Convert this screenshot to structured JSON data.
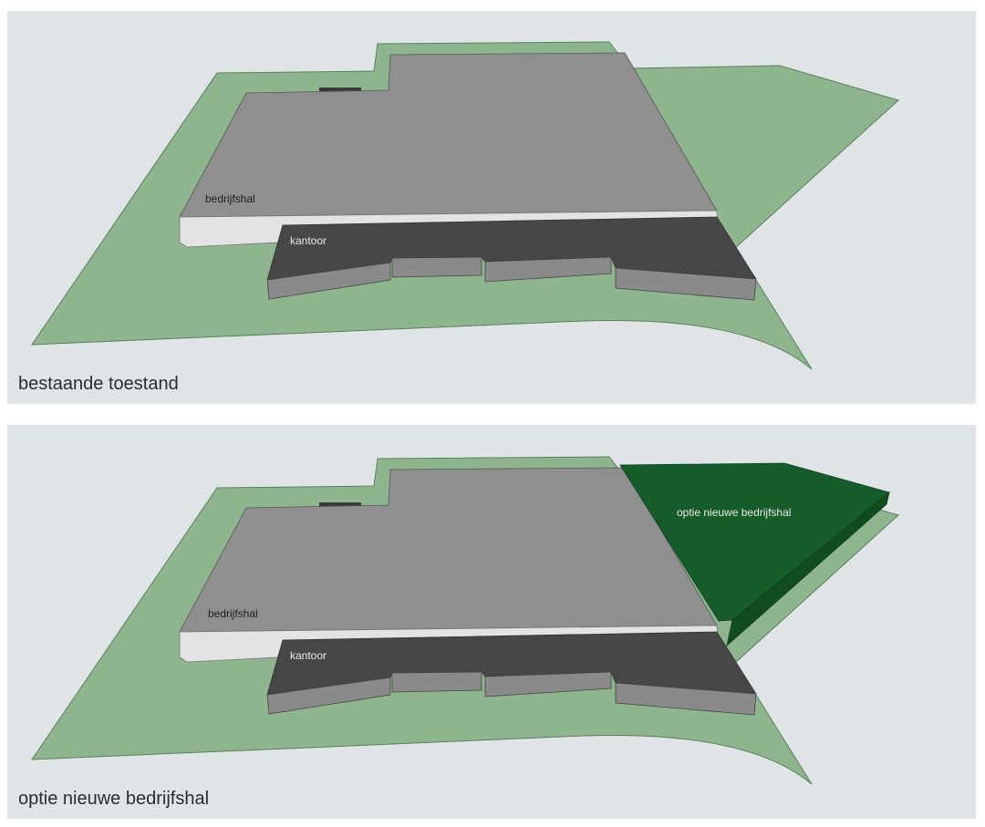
{
  "panels": [
    {
      "caption": "bestaande toestand",
      "labels": {
        "hall": "bedrijfshal",
        "office": "kantoor"
      }
    },
    {
      "caption": "optie nieuwe bedrijfshal",
      "labels": {
        "hall": "bedrijfshal",
        "office": "kantoor",
        "new_hall": "optie nieuwe bedrijfshal"
      }
    }
  ],
  "colors": {
    "panel_background": "#dfe5e7",
    "lot": "#8fb58f",
    "hall_roof": "#8f8f8f",
    "office_roof": "#474747",
    "new_hall": "#175c2b"
  }
}
